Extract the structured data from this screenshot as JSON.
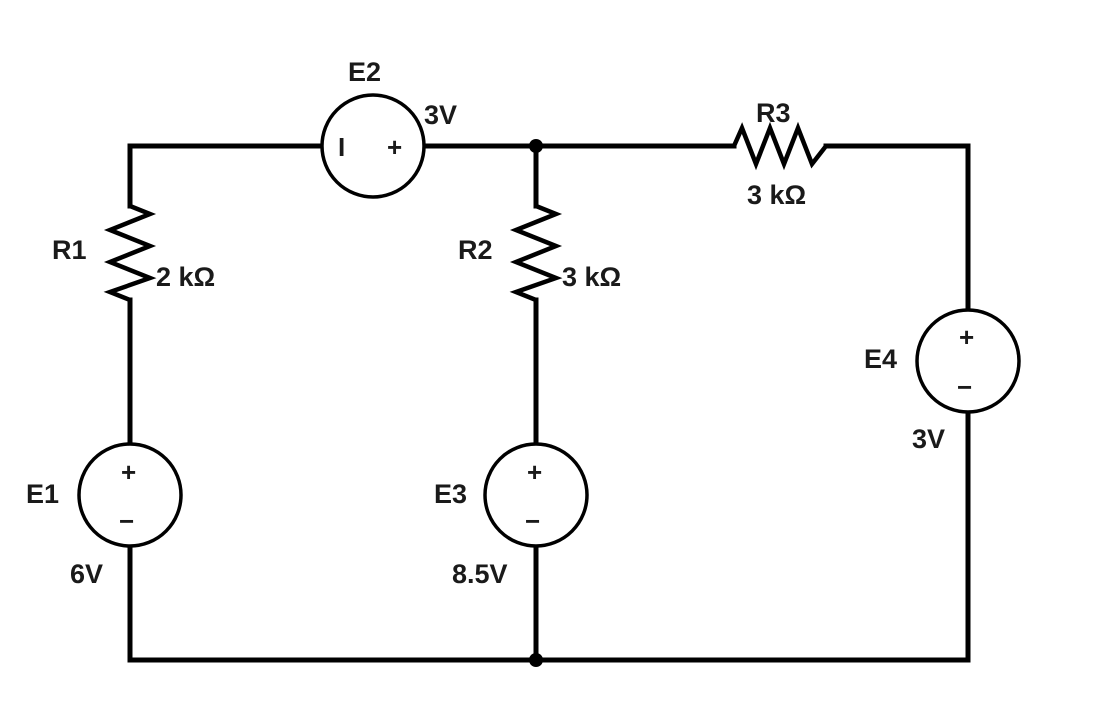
{
  "components": {
    "e1": {
      "name": "E1",
      "value": "6V",
      "plus": "+",
      "minus": "−"
    },
    "e2": {
      "name": "E2",
      "value": "3V",
      "left_sign": "I",
      "right_sign": "+"
    },
    "e3": {
      "name": "E3",
      "value": "8.5V",
      "plus": "+",
      "minus": "−"
    },
    "e4": {
      "name": "E4",
      "value": "3V",
      "plus": "+",
      "minus": "−"
    },
    "r1": {
      "name": "R1",
      "value": "2 kΩ"
    },
    "r2": {
      "name": "R2",
      "value": "3 kΩ"
    },
    "r3": {
      "name": "R3",
      "value": "3 kΩ"
    }
  }
}
